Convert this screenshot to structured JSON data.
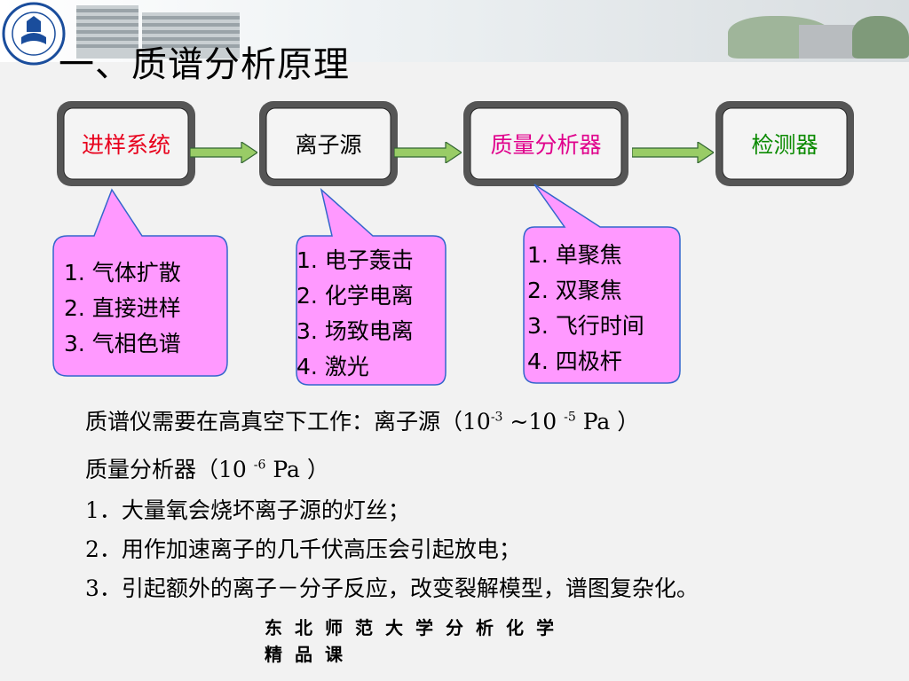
{
  "title": "一、质谱分析原理",
  "stages": [
    {
      "label": "进样系统",
      "color": "#e8001c"
    },
    {
      "label": "离子源",
      "color": "#000000"
    },
    {
      "label": "质量分析器",
      "color": "#e0008c"
    },
    {
      "label": "检测器",
      "color": "#0a8a00"
    }
  ],
  "callouts": [
    {
      "items": [
        "1. 气体扩散",
        "2. 直接进样",
        "3. 气相色谱"
      ]
    },
    {
      "items": [
        "1. 电子轰击",
        "2. 化学电离",
        "3. 场致电离",
        "4. 激光"
      ]
    },
    {
      "items": [
        "1. 单聚焦",
        "2. 双聚焦",
        "3. 飞行时间",
        "4. 四极杆"
      ]
    }
  ],
  "notes": {
    "line1_prefix": "质谱仪需要在高真空下工作：离子源（10",
    "line1_exp1": "-3",
    "line1_mid": " ~10 ",
    "line1_exp2": "-5",
    "line1_suffix": " Pa ）",
    "line2_prefix": "质量分析器（10 ",
    "line2_exp": "-6",
    "line2_suffix": " Pa ）",
    "items": [
      "1．大量氧会烧坏离子源的灯丝；",
      "2．用作加速离子的几千伏高压会引起放电；",
      "3．引起额外的离子－分子反应，改变裂解模型，谱图复杂化。"
    ]
  },
  "footer": {
    "line1": "东北师范大学分析化学",
    "line2": "精品课"
  },
  "colors": {
    "callout_fill": "#ff99ff",
    "callout_stroke": "#3366cc",
    "arrow_fill": "#99cc66",
    "arrow_stroke": "#336633"
  }
}
